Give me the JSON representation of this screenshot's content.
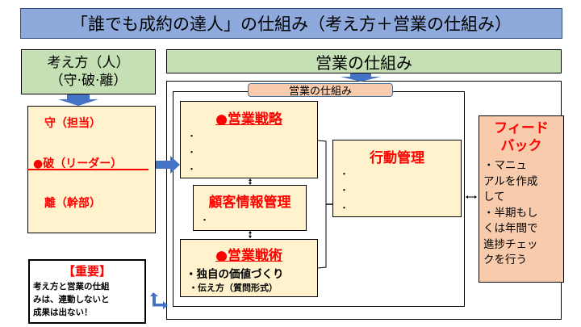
{
  "title": "「誰でも成約の達人」の仕組み（考え方＋営業の仕組み）",
  "mindset": {
    "header_line1": "考え方（人）",
    "header_line2": "（守·破·離）",
    "items": [
      "守（担当）",
      "●破（リーダー）",
      "離（幹部）"
    ]
  },
  "sales_system": {
    "header": "営業の仕組み",
    "inner_label": "営業の仕組み",
    "strategy": {
      "title": "●営業戦略",
      "bullets": [
        "・",
        "・",
        "・"
      ]
    },
    "customer_info": {
      "title": "顧客情報管理",
      "bullets": [
        "・"
      ]
    },
    "tactics": {
      "title": "●営業戦術",
      "bullets": [
        "・独自の価値づくり",
        "・伝え方（質問形式）"
      ]
    },
    "action": {
      "title": "行動管理",
      "bullets": [
        "・",
        "・",
        "・"
      ]
    },
    "feedback": {
      "title_line1": "フィード",
      "title_line2": "バック",
      "body_lines": [
        "・マニュ",
        "アルを作成",
        "して",
        "・半期もし",
        "くは年間で",
        "進捗チェッ",
        "クを行う"
      ]
    }
  },
  "important_note": {
    "title": "【重要】",
    "lines": [
      "考え方と営業の仕組",
      "みは、連動しないと",
      "成果は出ない！"
    ]
  },
  "colors": {
    "title_bg": "#8EA9DB",
    "header_green": "#C5E0B4",
    "box_yellow": "#FFF2CC",
    "box_pink": "#F8CBAD",
    "accent_red": "#FF0000",
    "arrow_blue": "#4472C4"
  }
}
